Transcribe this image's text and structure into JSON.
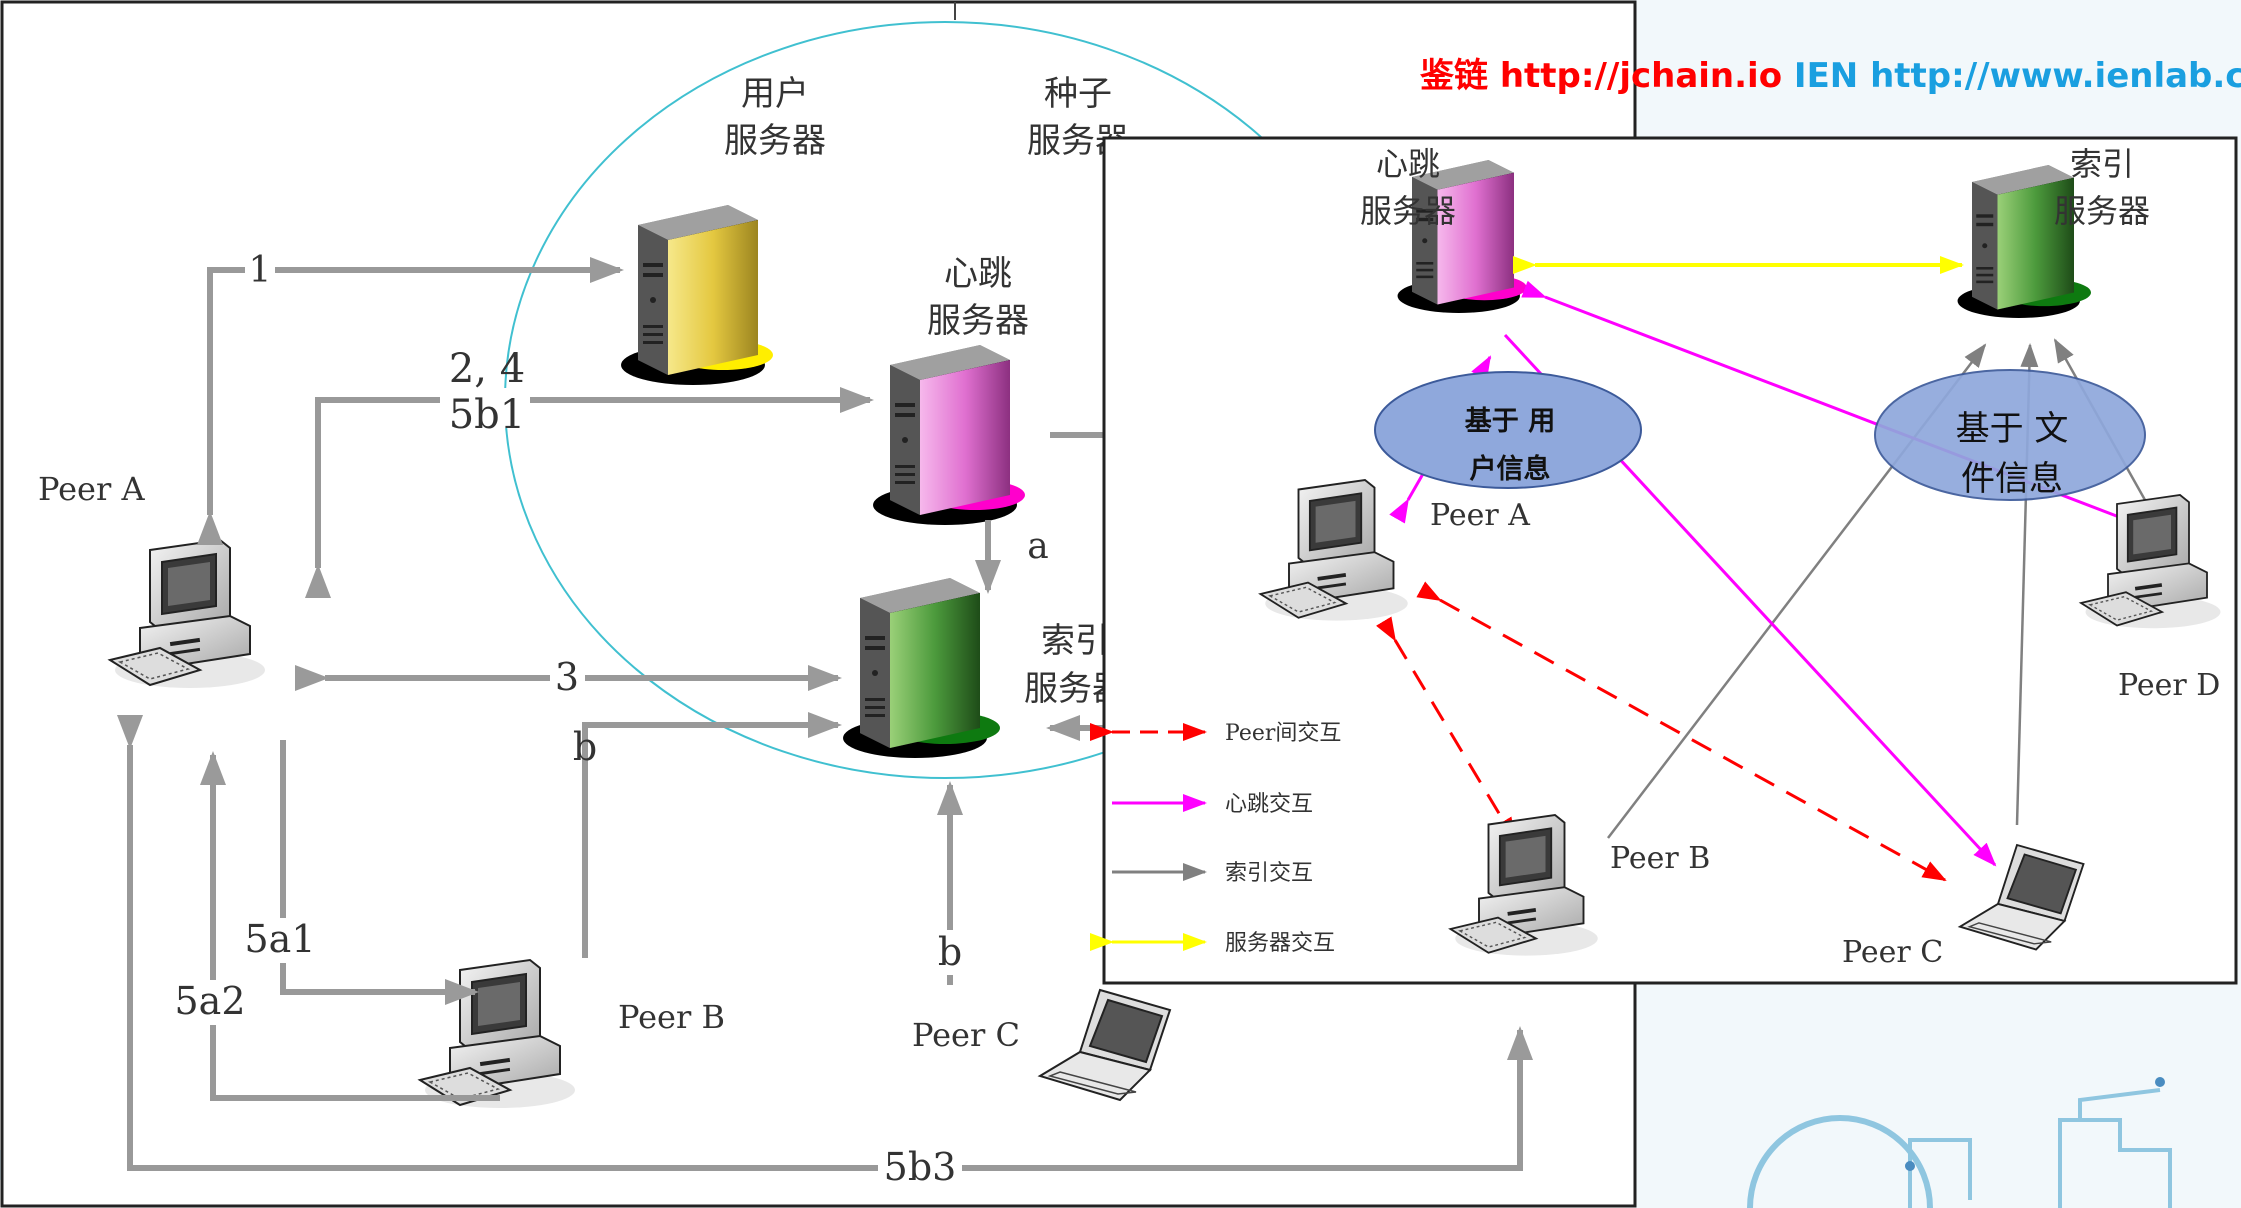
{
  "header": {
    "part1": "鉴链 http://jchain.io",
    "part2": " IEN http://www.ienlab.com",
    "color1": "#ff0000",
    "color2": "#1a9fe0"
  },
  "left_diagram": {
    "servers": {
      "user": [
        "用户",
        "服务器"
      ],
      "seed": [
        "种子",
        "服务器"
      ],
      "heartbeat": [
        "心跳",
        "服务器"
      ],
      "index": [
        "索引",
        "服务器"
      ]
    },
    "peers": {
      "a": "Peer A",
      "b": "Peer B",
      "c": "Peer C"
    },
    "arrow_labels": {
      "l1": "1",
      "l24": "2, 4",
      "l5b1": "5b1",
      "la": "a",
      "l3": "3",
      "lb1": "b",
      "lb2": "b",
      "l5a1": "5a1",
      "l5a2": "5a2",
      "l5b3": "5b3"
    }
  },
  "right_diagram": {
    "servers": {
      "heartbeat": [
        "心跳",
        "服务器"
      ],
      "index": [
        "索引",
        "服务器"
      ]
    },
    "ellipses": {
      "user_info": [
        "基于 用",
        "户信息"
      ],
      "file_info": [
        "基于 文",
        "件信息"
      ]
    },
    "peers": {
      "a": "Peer A",
      "b": "Peer B",
      "c": "Peer C",
      "d": "Peer D"
    },
    "legend": [
      {
        "label": "Peer间交互",
        "color": "#ff0000",
        "style": "dashed"
      },
      {
        "label": "心跳交互",
        "color": "#ff00ff",
        "style": "solid"
      },
      {
        "label": "索引交互",
        "color": "#808080",
        "style": "solid"
      },
      {
        "label": "服务器交互",
        "color": "#ffff00",
        "style": "solid"
      }
    ]
  },
  "colors": {
    "user_server": "#e8d040",
    "heartbeat_server": "#e070d0",
    "index_server": "#4c9a3c",
    "circle": "#40c0d0",
    "ellipse_fill": "#8fa8dc",
    "arrow_gray": "#999999"
  }
}
